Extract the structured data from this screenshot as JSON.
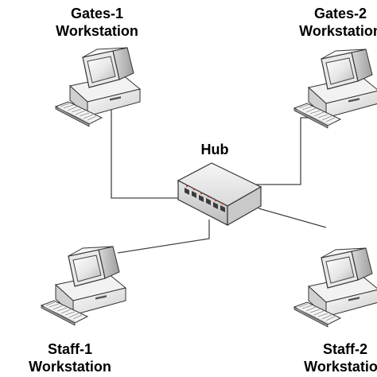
{
  "nodes": {
    "gates1": {
      "name": "Gates-1",
      "type": "Workstation"
    },
    "gates2": {
      "name": "Gates-2",
      "type": "Workstation"
    },
    "staff1": {
      "name": "Staff-1",
      "type": "Workstation"
    },
    "staff2": {
      "name": "Staff-2",
      "type": "Workstation"
    },
    "hub": {
      "name": "Hub"
    }
  },
  "links": [
    {
      "from": "Gates-1",
      "to": "Hub"
    },
    {
      "from": "Gates-2",
      "to": "Hub"
    },
    {
      "from": "Staff-1",
      "to": "Hub"
    },
    {
      "from": "Staff-2",
      "to": "Hub"
    }
  ],
  "icons": {
    "workstation": "desktop-computer-icon",
    "hub": "network-hub-icon"
  }
}
